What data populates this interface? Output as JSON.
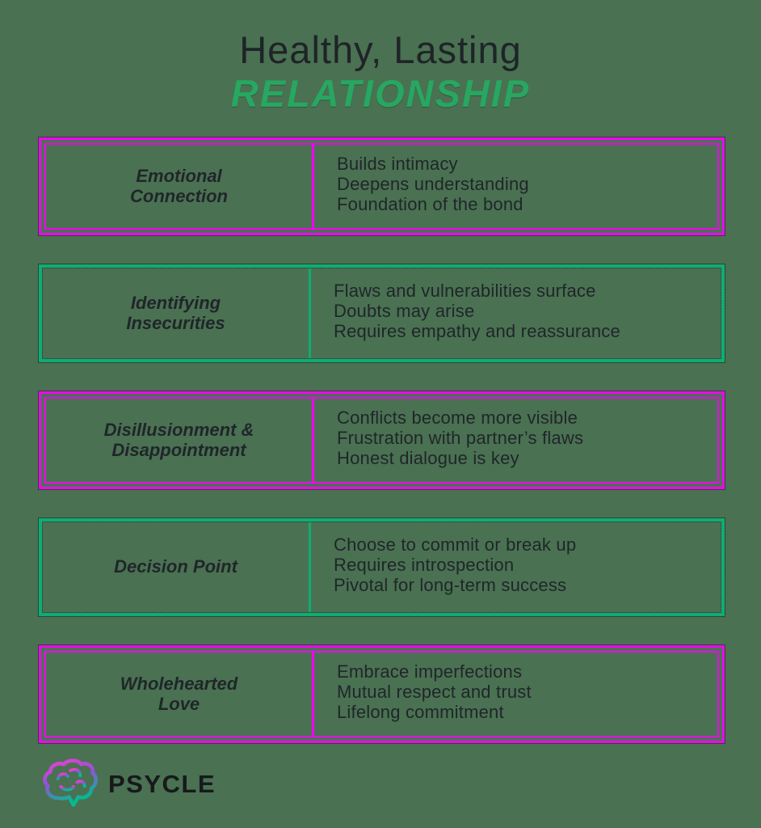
{
  "header": {
    "title_line1": "Healthy, Lasting",
    "title_line2": "RELATIONSHIP"
  },
  "rows": [
    {
      "accent": "#f401f4",
      "title_lines": [
        "Emotional",
        "Connection"
      ],
      "points": [
        "Builds intimacy",
        "Deepens understanding",
        "Foundation of the bond"
      ]
    },
    {
      "accent": "#0ead73",
      "title_lines": [
        "Identifying",
        "Insecurities"
      ],
      "points": [
        "Flaws and vulnerabilities surface",
        "Doubts may arise",
        "Requires empathy and reassurance"
      ]
    },
    {
      "accent": "#f401f4",
      "title_lines": [
        "Disillusionment &",
        "Disappointment"
      ],
      "points": [
        "Conflicts become more visible",
        "Frustration with partner’s flaws",
        "Honest dialogue is key"
      ]
    },
    {
      "accent": "#0ead73",
      "title_lines": [
        "Decision Point"
      ],
      "points": [
        "Choose to commit or break up",
        "Requires introspection",
        "Pivotal for long-term success"
      ]
    },
    {
      "accent": "#f401f4",
      "title_lines": [
        "Wholehearted",
        "Love"
      ],
      "points": [
        "Embrace imperfections",
        "Mutual respect and trust",
        "Lifelong commitment"
      ]
    }
  ],
  "footer": {
    "brand": "PSYCLE",
    "logo_icon": "brain-icon"
  },
  "colors": {
    "background": "#4a7152",
    "magenta_border": "#f401f4",
    "green_border": "#0ead73",
    "title_green": "#27a761",
    "text_dark": "#20262a",
    "logo_gradient": [
      "#ef3fd0",
      "#8e54d8",
      "#00bd8f"
    ]
  }
}
